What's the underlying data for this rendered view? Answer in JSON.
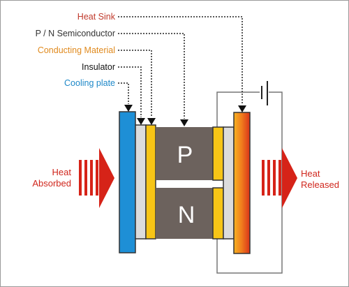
{
  "labels": {
    "heat_sink": "Heat Sink",
    "pn_semiconductor": "P / N Semiconductor",
    "conducting_material": "Conducting Material",
    "insulator": "Insulator",
    "cooling_plate": "Cooling plate"
  },
  "semiconductor": {
    "p": "P",
    "n": "N"
  },
  "heat_absorbed": {
    "line1": "Heat",
    "line2": "Absorbed"
  },
  "heat_released": {
    "line1": "Heat",
    "line2": "Released"
  },
  "colors": {
    "heat_sink_label": "#c0392b",
    "pn_label": "#333333",
    "conducting_label": "#e08a1e",
    "insulator_label": "#111111",
    "cooling_label": "#1e88c8",
    "heat_text": "#d0261c",
    "cooling_plate": "#1e8fd6",
    "insulator": "#dcdcdc",
    "conducting_material": "#f7c516",
    "semiconductor": "#6c625d",
    "arrow": "#d62318"
  }
}
